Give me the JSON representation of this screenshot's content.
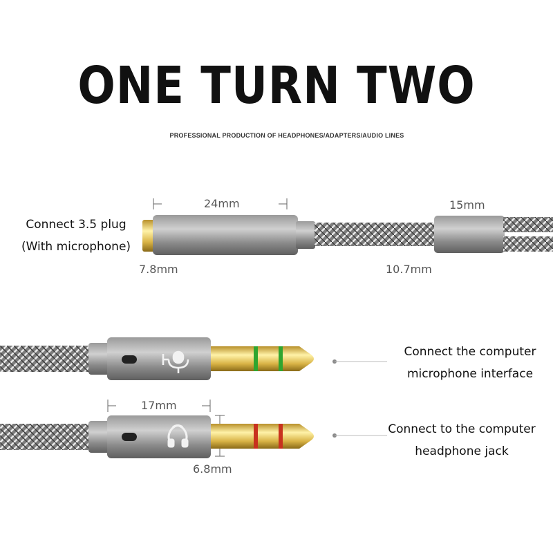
{
  "header": {
    "title": "ONE TURN TWO",
    "subtitle": "PROFESSIONAL PRODUCTION OF HEADPHONES/ADAPTERS/AUDIO LINES"
  },
  "female_connector": {
    "label_line1": "Connect 3.5 plug",
    "label_line2": "(With microphone)",
    "length": "24mm",
    "diameter": "7.8mm",
    "splitter_length": "15mm",
    "splitter_diameter": "10.7mm"
  },
  "mic_plug": {
    "label_line1": "Connect the computer",
    "label_line2": "microphone interface",
    "ring_color": "#2fa52f",
    "icon": "microphone-icon"
  },
  "headphone_plug": {
    "label_line1": "Connect to the computer",
    "label_line2": "headphone jack",
    "length": "17mm",
    "diameter": "6.8mm",
    "ring_color": "#c8321e",
    "icon": "headphone-icon"
  }
}
